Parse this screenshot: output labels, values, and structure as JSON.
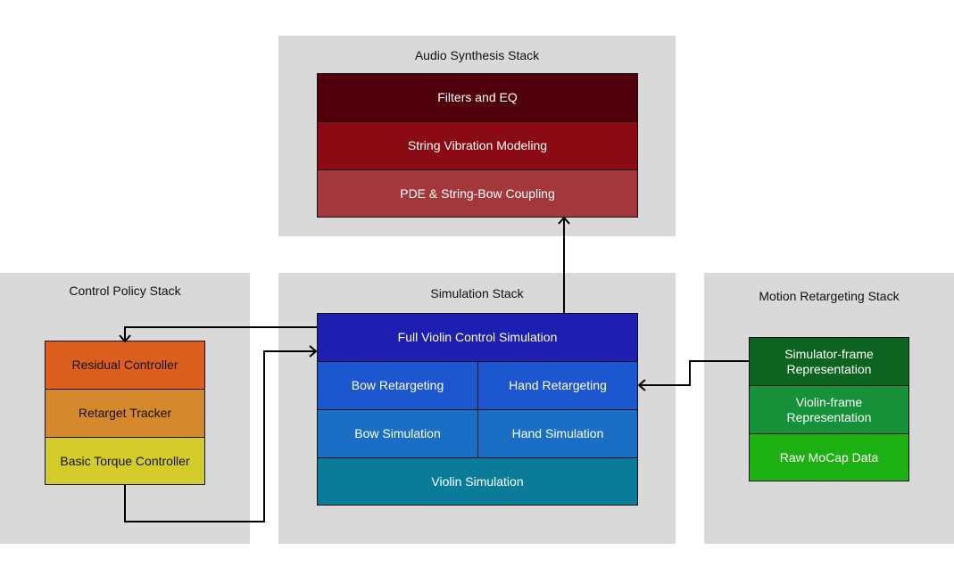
{
  "audio": {
    "title": "Audio Synthesis Stack",
    "blocks": [
      {
        "label": "Filters and EQ",
        "color": "#50000a"
      },
      {
        "label": "String Vibration Modeling",
        "color": "#8a0b14"
      },
      {
        "label": "PDE & String-Bow Coupling",
        "color": "#a3373b"
      }
    ]
  },
  "control": {
    "title": "Control Policy Stack",
    "blocks": [
      {
        "label": "Residual Controller",
        "color": "#dd5f20"
      },
      {
        "label": "Retarget Tracker",
        "color": "#d6882c"
      },
      {
        "label": "Basic Torque Controller",
        "color": "#d4cc2a"
      }
    ]
  },
  "simulation": {
    "title": "Simulation Stack",
    "full": {
      "label": "Full Violin Control Simulation",
      "color": "#1e1eb0"
    },
    "bow_retarget": {
      "label": "Bow Retargeting",
      "color": "#1c57cf"
    },
    "hand_retarget": {
      "label": "Hand Retargeting",
      "color": "#1c57cf"
    },
    "bow_sim": {
      "label": "Bow Simulation",
      "color": "#1a6ec4"
    },
    "hand_sim": {
      "label": "Hand Simulation",
      "color": "#1a6ec4"
    },
    "violin": {
      "label": "Violin Simulation",
      "color": "#0a7c9a"
    }
  },
  "motion": {
    "title": "Motion Retargeting Stack",
    "blocks": [
      {
        "label": "Simulator-frame Representation",
        "color": "#0d6420"
      },
      {
        "label": "Violin-frame Representation",
        "color": "#16913a"
      },
      {
        "label": "Raw MoCap Data",
        "color": "#1db012"
      }
    ]
  }
}
